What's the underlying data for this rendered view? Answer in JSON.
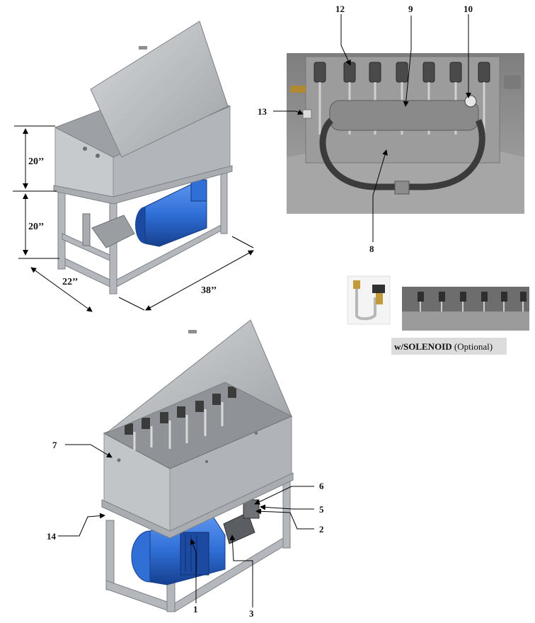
{
  "dimensions": {
    "height_upper": "20’’",
    "height_lower": "20’’",
    "depth": "22’’",
    "length": "38’’"
  },
  "callouts": {
    "c1": "1",
    "c2": "2",
    "c3": "3",
    "c5": "5",
    "c6": "6",
    "c7": "7",
    "c8": "8",
    "c9": "9",
    "c10": "10",
    "c12": "12",
    "c13": "13",
    "c14": "14"
  },
  "solenoid_caption": {
    "bold": "w/SOLENOID",
    "rest": " (Optional)"
  },
  "colors": {
    "steel": "#b9bcc0",
    "steel_dark": "#8e9296",
    "motor_blue": "#2f6fd6",
    "motor_blue_dark": "#1c4aa0",
    "backdrop": "#8f8f8f"
  }
}
